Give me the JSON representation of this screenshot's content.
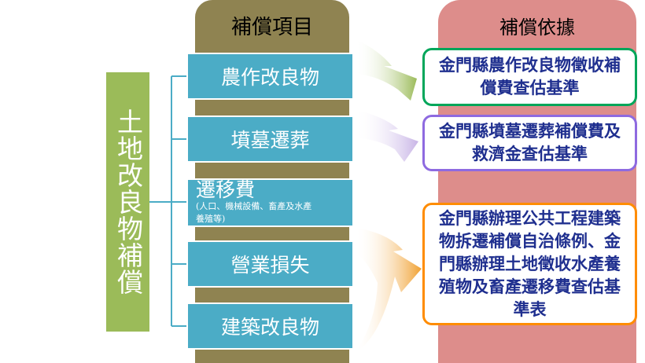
{
  "left_label": "土地改良物補償",
  "items_header": "補償項目",
  "items": [
    {
      "label": "農作改良物"
    },
    {
      "label": "墳墓遷葬"
    },
    {
      "label": "遷移費",
      "sub": "(人口、機械設備、畜產及水產養殖等)"
    },
    {
      "label": "營業損失"
    },
    {
      "label": "建築改良物"
    }
  ],
  "basis_header": "補償依據",
  "basis": [
    {
      "text": "金門縣農作改良物徵收補償費查估基準",
      "color": "#00a65a"
    },
    {
      "text": "金門縣墳墓遷葬補償費及救濟金查估基準",
      "color": "#8e6ae0"
    },
    {
      "text": "金門縣辦理公共工程建築物拆遷補償自治條例、金門縣辦理土地徵收水產養殖物及畜產遷移費查估基準表",
      "color": "#ff8c00"
    }
  ],
  "colors": {
    "left_box": "#9bbb59",
    "items_column": "#8f8351",
    "item_box": "#4bacc6",
    "basis_column": "#dd8d8b",
    "arrow_green": "#9bbb59",
    "arrow_purple": "#c8b4e6",
    "arrow_orange": "#f0a030"
  }
}
